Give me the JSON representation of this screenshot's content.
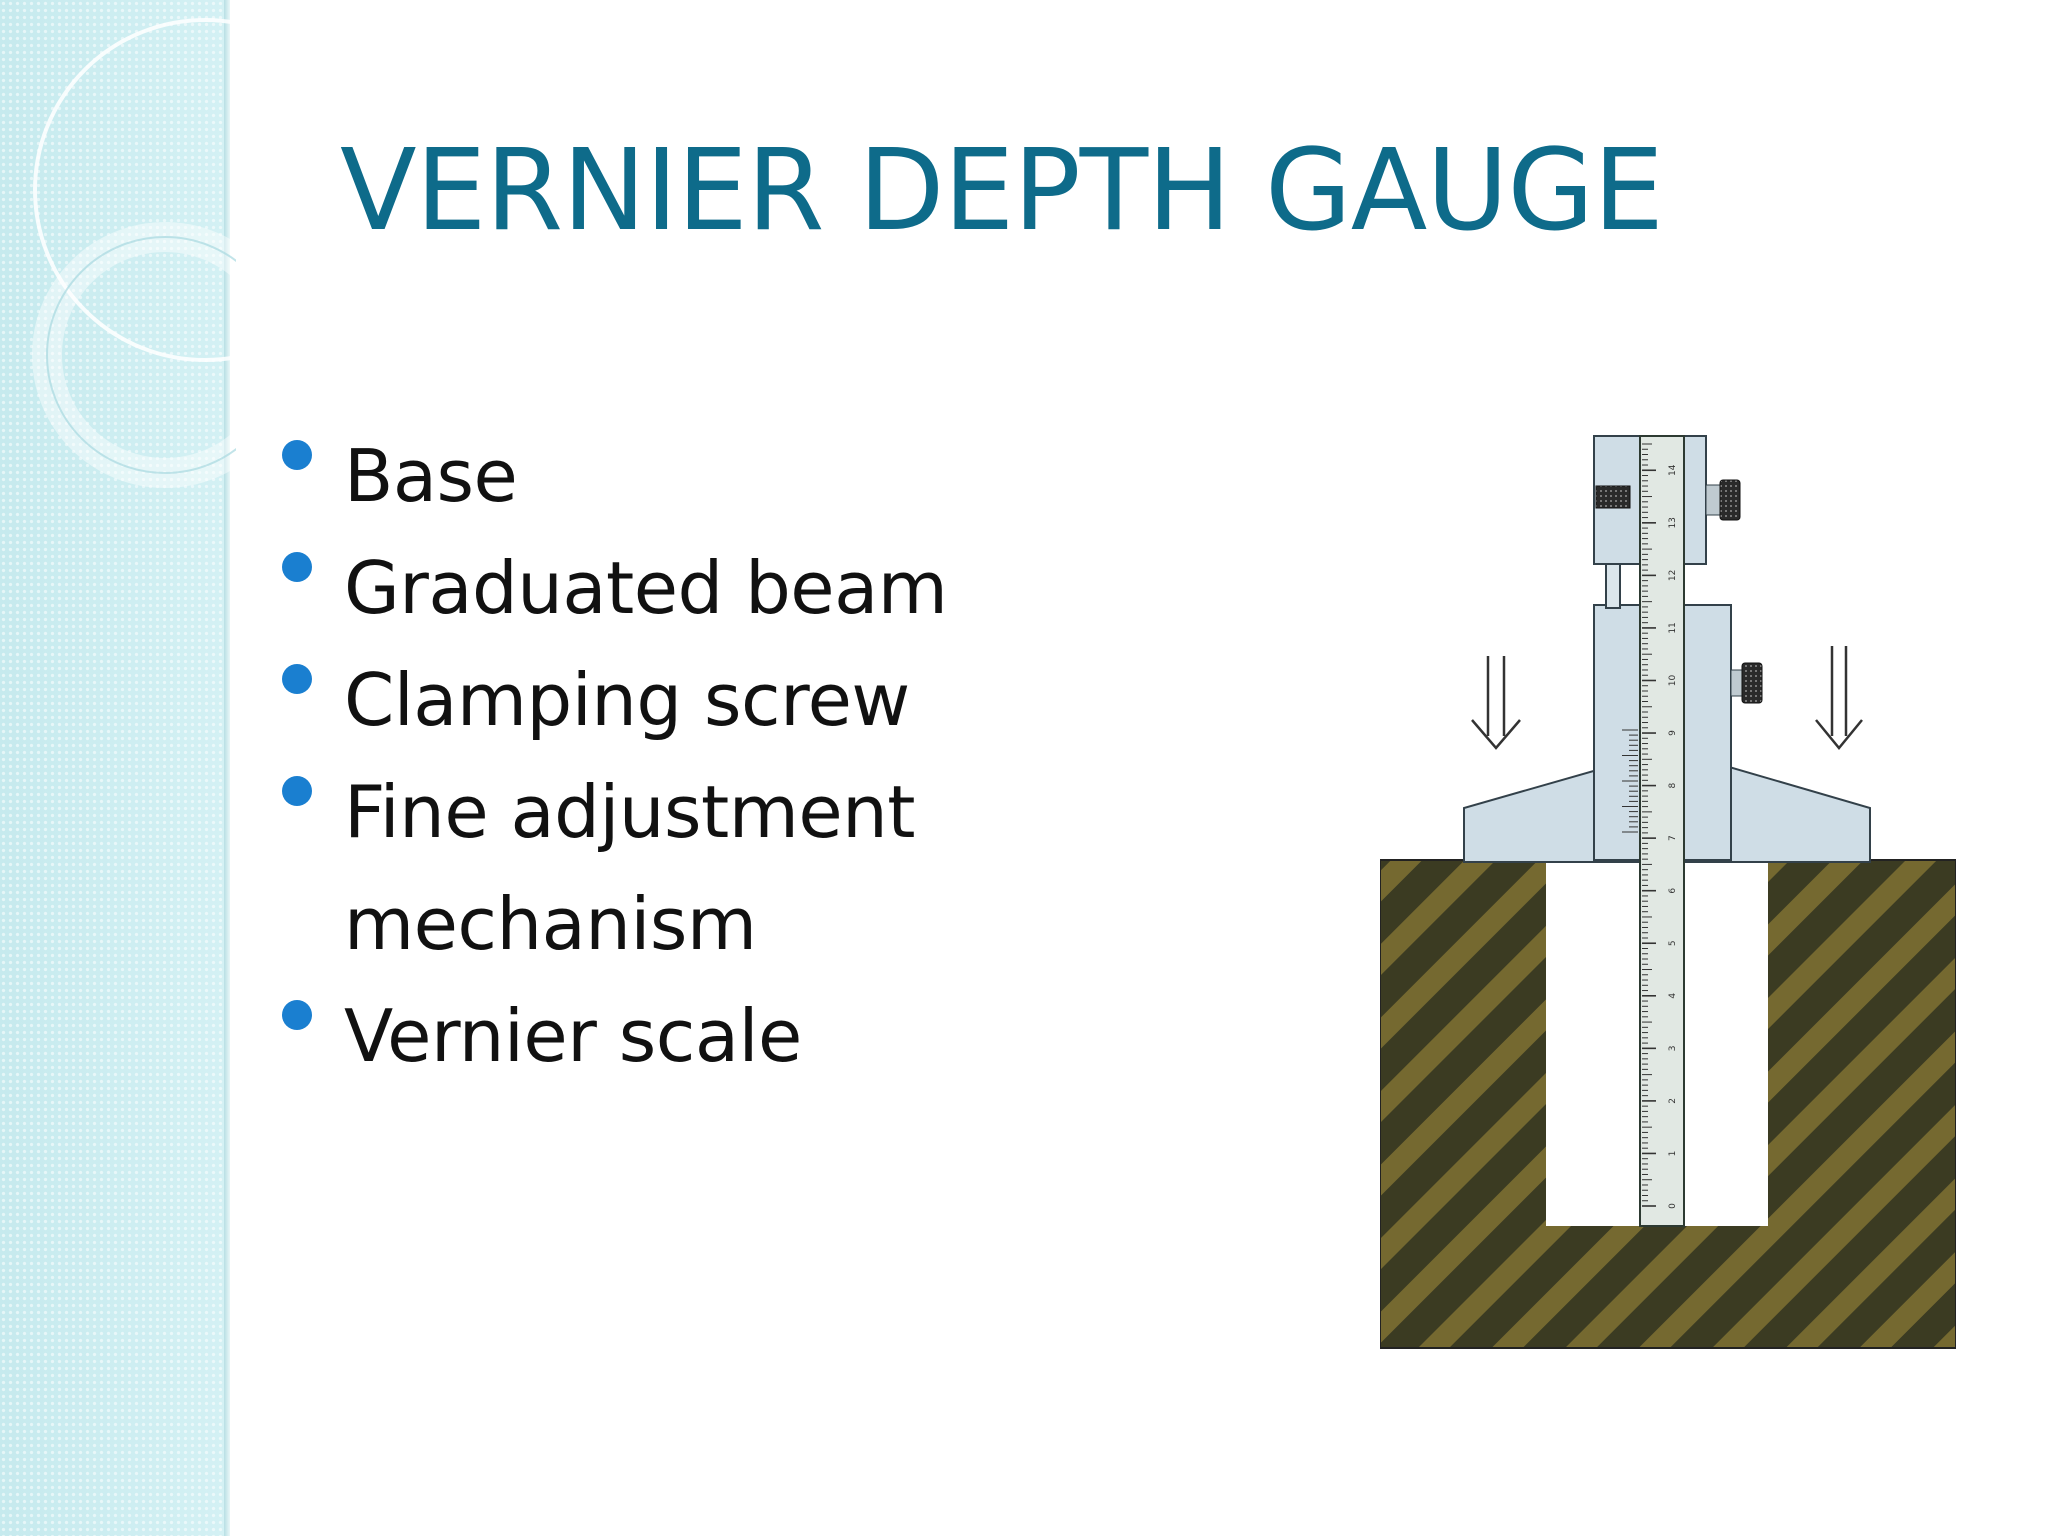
{
  "slide": {
    "title": "VERNIER DEPTH GAUGE",
    "bullets": [
      "Base",
      "Graduated beam",
      "Clamping screw",
      "Fine adjustment mechanism",
      "Vernier scale"
    ]
  },
  "diagram": {
    "scale_labels": [
      "0",
      "1",
      "2",
      "3",
      "4",
      "5",
      "6",
      "7",
      "8",
      "9",
      "10",
      "11",
      "12",
      "13",
      "14"
    ],
    "colors": {
      "block": "#3b3b22",
      "stripe": "#756930",
      "gauge_body": "#cfdde6",
      "beam": "#e1e8e3"
    }
  },
  "theme": {
    "title_color": "#0e6b8a",
    "bullet_color": "#1a7fd0",
    "panel_color": "#cdeef1"
  }
}
